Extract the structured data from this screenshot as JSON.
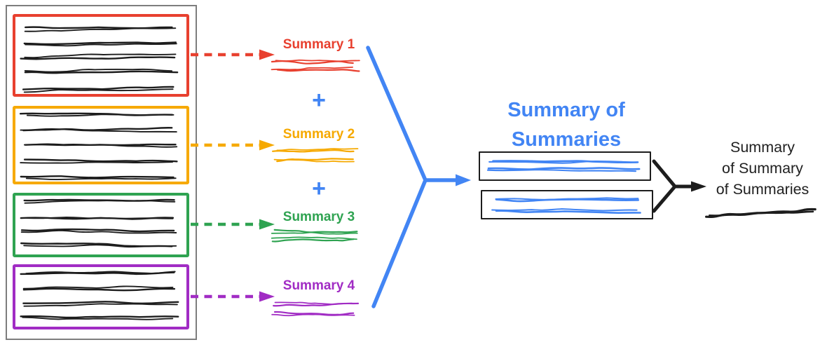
{
  "colors": {
    "red": "#e8402f",
    "yellow": "#f6a900",
    "green": "#2fa351",
    "purple": "#a12cc4",
    "blue": "#4285f4",
    "ink": "#1d1d1d",
    "text": "#212121",
    "container_border": "#7d7d7d"
  },
  "source_documents": {
    "items": [
      {
        "name": "document-1",
        "color_key": "red",
        "text_line_count": 5
      },
      {
        "name": "document-2",
        "color_key": "yellow",
        "text_line_count": 5
      },
      {
        "name": "document-3",
        "color_key": "green",
        "text_line_count": 4
      },
      {
        "name": "document-4",
        "color_key": "purple",
        "text_line_count": 4
      }
    ]
  },
  "summaries": [
    {
      "label": "Summary 1",
      "color_key": "red"
    },
    {
      "label": "Summary 2",
      "color_key": "yellow"
    },
    {
      "label": "Summary 3",
      "color_key": "green"
    },
    {
      "label": "Summary 4",
      "color_key": "purple"
    }
  ],
  "plus_sign": "+",
  "merged": {
    "title": "Summary of Summaries",
    "title_lines": [
      "Summary of",
      "Summaries"
    ],
    "box_count": 2
  },
  "final": {
    "label": "Summary of Summary of Summaries",
    "label_lines": [
      "Summary",
      "of Summary",
      "of Summaries"
    ]
  }
}
